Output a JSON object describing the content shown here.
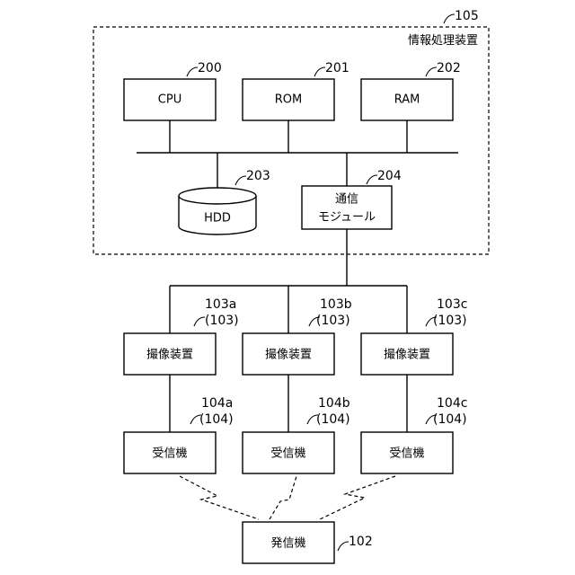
{
  "apparatus": {
    "title": "情報処理装置",
    "ref": "105"
  },
  "bus_units": [
    {
      "name": "CPU",
      "ref": "200"
    },
    {
      "name": "ROM",
      "ref": "201"
    },
    {
      "name": "RAM",
      "ref": "202"
    }
  ],
  "hdd": {
    "name": "HDD",
    "ref": "203"
  },
  "comm_module": {
    "line1": "通信",
    "line2": "モジュール",
    "ref": "204"
  },
  "cameras": [
    {
      "name": "撮像装置",
      "ref": "103a",
      "group": "(103)"
    },
    {
      "name": "撮像装置",
      "ref": "103b",
      "group": "(103)"
    },
    {
      "name": "撮像装置",
      "ref": "103c",
      "group": "(103)"
    }
  ],
  "receivers": [
    {
      "name": "受信機",
      "ref": "104a",
      "group": "(104)"
    },
    {
      "name": "受信機",
      "ref": "104b",
      "group": "(104)"
    },
    {
      "name": "受信機",
      "ref": "104c",
      "group": "(104)"
    }
  ],
  "transmitter": {
    "name": "発信機",
    "ref": "102"
  }
}
